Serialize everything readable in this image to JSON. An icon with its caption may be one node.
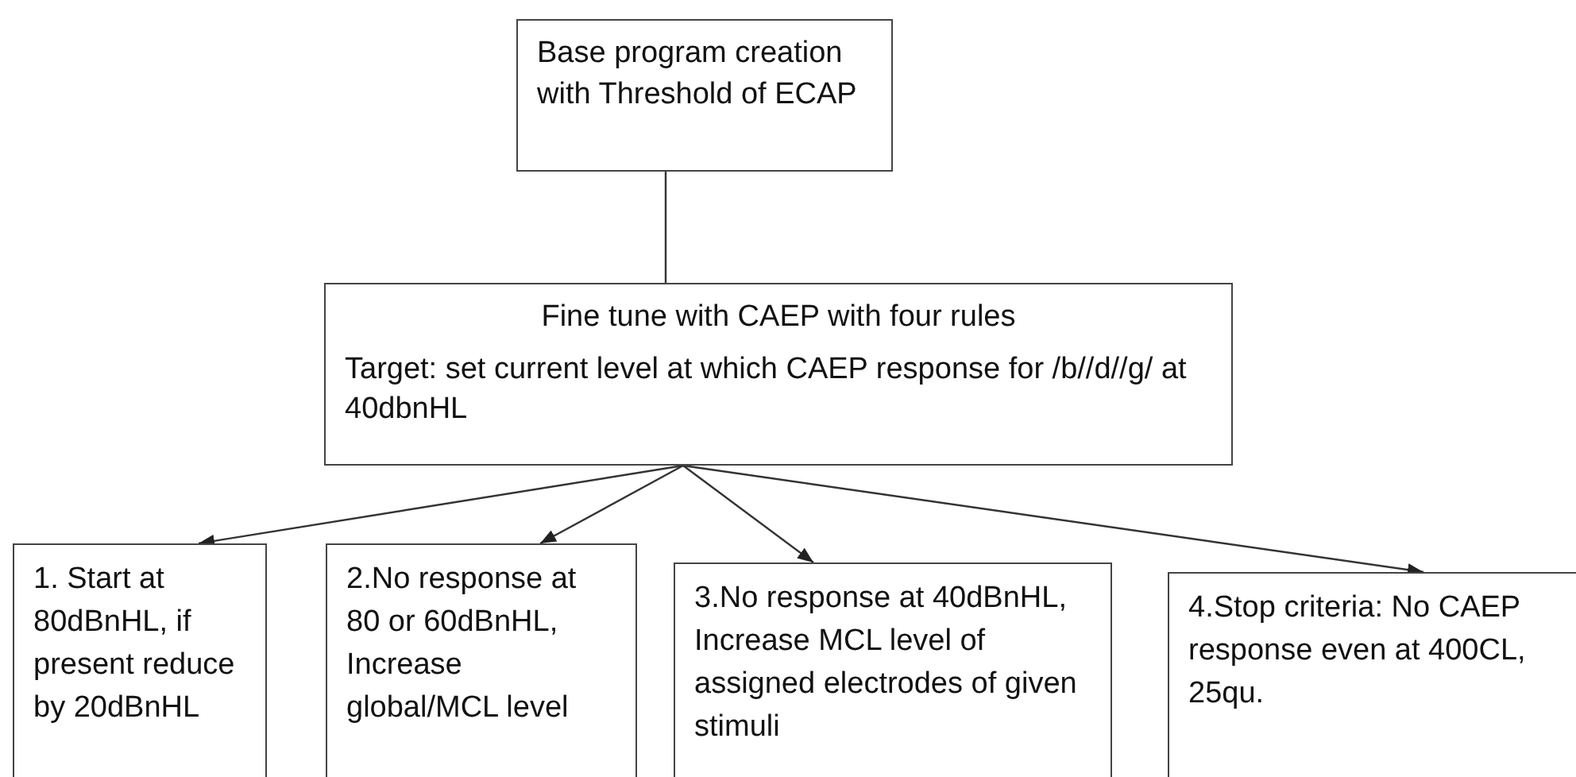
{
  "diagram": {
    "nodes": [
      {
        "text": [
          "Base program creation with Threshold of ECAP"
        ]
      },
      {
        "text": [
          "Fine tune with CAEP with four rules",
          "Target: set current level at which CAEP response for /b//d//g/ at 40dbnHL"
        ]
      },
      {
        "text": [
          "1. Start at 80dBnHL, if present reduce by 20dBnHL"
        ]
      },
      {
        "text": [
          "2.No response at 80 or 60dBnHL, Increase global/MCL level"
        ]
      },
      {
        "text": [
          "3.No response at 40dBnHL, Increase MCL level of assigned electrodes of given stimuli"
        ]
      },
      {
        "text": [
          "4.Stop criteria: No CAEP response even at 400CL, 25qu."
        ]
      }
    ],
    "edges": [
      {
        "from": 0,
        "to": 1,
        "arrow": "none"
      },
      {
        "from": 1,
        "to": 2,
        "arrow": "to"
      },
      {
        "from": 1,
        "to": 3,
        "arrow": "to"
      },
      {
        "from": 1,
        "to": 4,
        "arrow": "to"
      },
      {
        "from": 1,
        "to": 5,
        "arrow": "to"
      }
    ]
  }
}
